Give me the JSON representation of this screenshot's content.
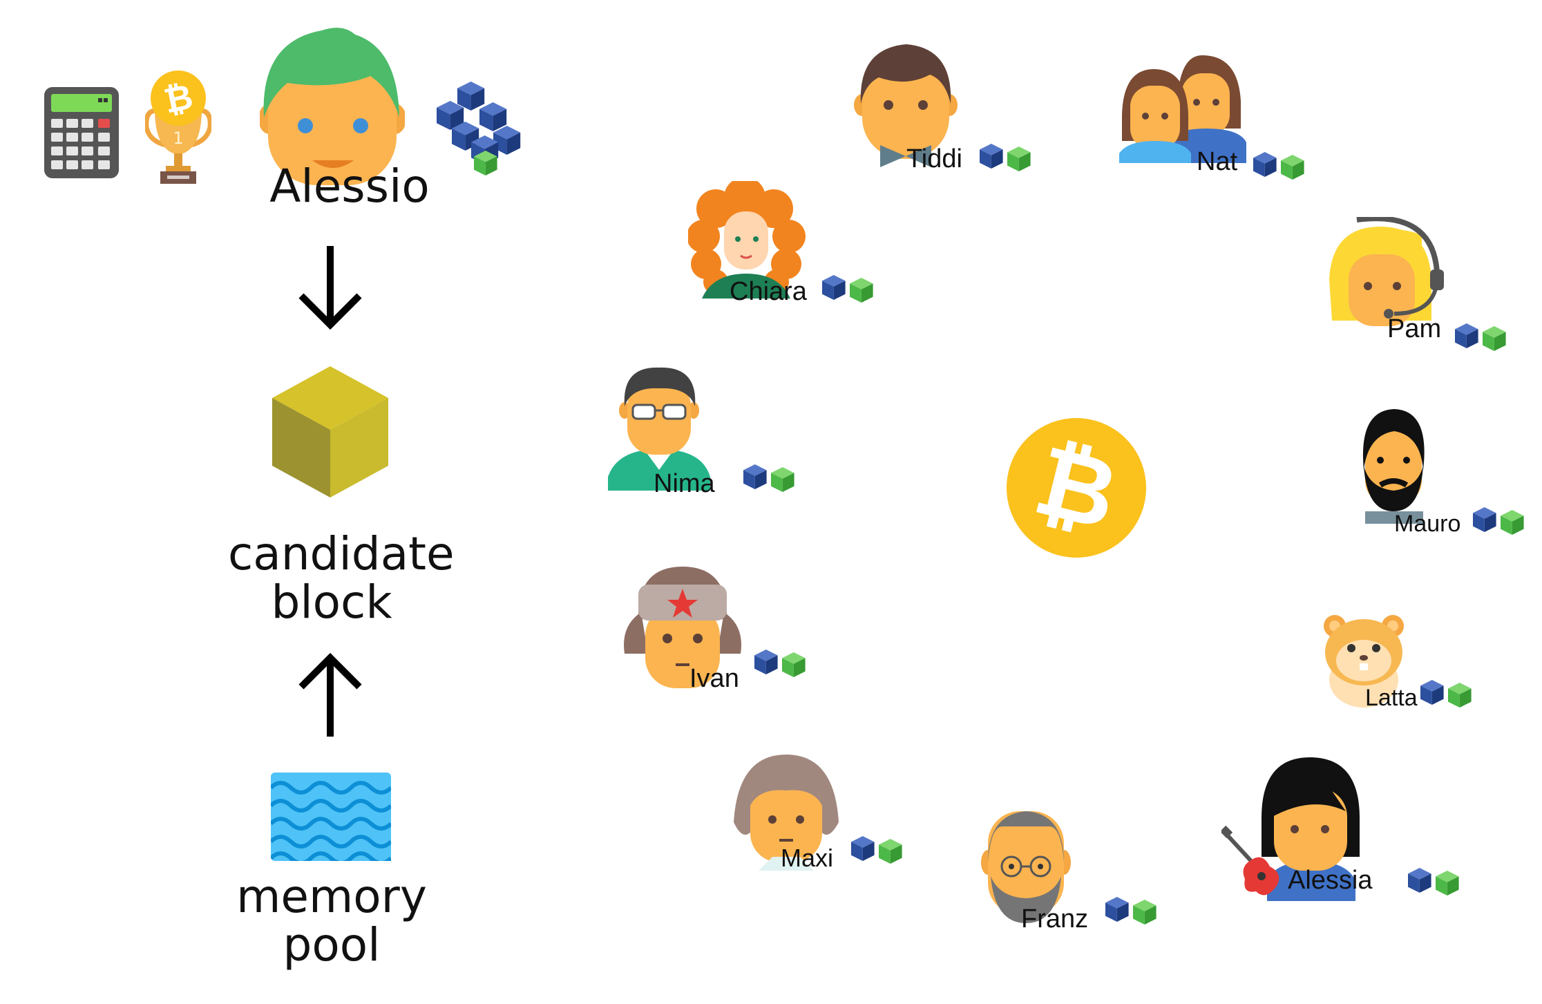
{
  "miner": {
    "name": "Alessio",
    "hair_color": "#4dbb6a",
    "skin_color": "#fbb450"
  },
  "flow": {
    "candidate_block_line1": "candidate",
    "candidate_block_line2": "block",
    "memory_pool_line1": "memory",
    "memory_pool_line2": "pool"
  },
  "colors": {
    "bitcoin": "#fbc11d",
    "block_blue": "#2c4f9e",
    "block_green": "#4cb847",
    "candidate_block": "#c9bb2d",
    "water": "#4fc3f7"
  },
  "icons": [
    "calculator-icon",
    "bitcoin-trophy-icon",
    "blockchain-cubes-icon",
    "arrow-down-icon",
    "cube-icon",
    "arrow-up-icon",
    "waves-icon",
    "bitcoin-logo-icon"
  ],
  "peers": [
    {
      "name": "Tiddi"
    },
    {
      "name": "Nat"
    },
    {
      "name": "Chiara"
    },
    {
      "name": "Pam"
    },
    {
      "name": "Nima"
    },
    {
      "name": "Mauro"
    },
    {
      "name": "Ivan"
    },
    {
      "name": "Latta"
    },
    {
      "name": "Maxi"
    },
    {
      "name": "Franz"
    },
    {
      "name": "Alessia"
    }
  ]
}
